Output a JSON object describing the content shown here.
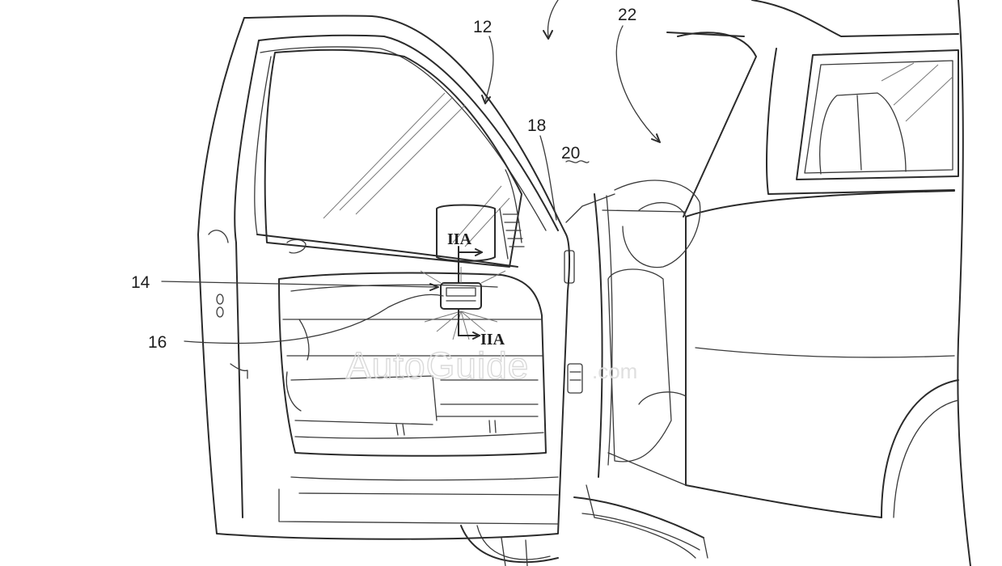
{
  "figure": {
    "reference_numerals": {
      "r12": "12",
      "r14": "14",
      "r16": "16",
      "r18": "18",
      "r20": "20",
      "r22": "22"
    },
    "section_markers": {
      "upper": "IIA",
      "lower": "IIA"
    },
    "watermark": {
      "brand": "AutoGuide",
      "suffix": ".com"
    }
  }
}
